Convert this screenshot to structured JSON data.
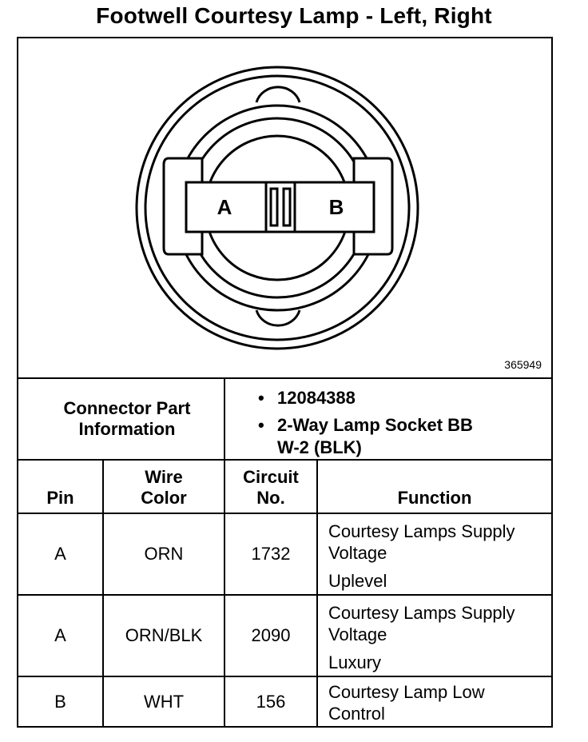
{
  "title": "Footwell Courtesy Lamp - Left, Right",
  "diagram": {
    "figure_id": "365949",
    "terminal_a": "A",
    "terminal_b": "B"
  },
  "connector_info": {
    "label": "Connector Part Information",
    "part_number": "12084388",
    "description_line1": "2-Way Lamp Socket BB",
    "description_line2": "W-2 (BLK)",
    "bullet": "•"
  },
  "table": {
    "headers": {
      "pin": "Pin",
      "wire_color_1": "Wire",
      "wire_color_2": "Color",
      "circuit_1": "Circuit",
      "circuit_2": "No.",
      "function": "Function"
    },
    "rows": [
      {
        "pin": "A",
        "wire": "ORN",
        "circuit": "1732",
        "function_1": "Courtesy Lamps Supply",
        "function_2": "Voltage",
        "function_3": "Uplevel"
      },
      {
        "pin": "A",
        "wire": "ORN/BLK",
        "circuit": "2090",
        "function_1": "Courtesy Lamps Supply",
        "function_2": "Voltage",
        "function_3": "Luxury"
      },
      {
        "pin": "B",
        "wire": "WHT",
        "circuit": "156",
        "function_1": "Courtesy Lamp Low",
        "function_2": "Control",
        "function_3": ""
      }
    ]
  }
}
